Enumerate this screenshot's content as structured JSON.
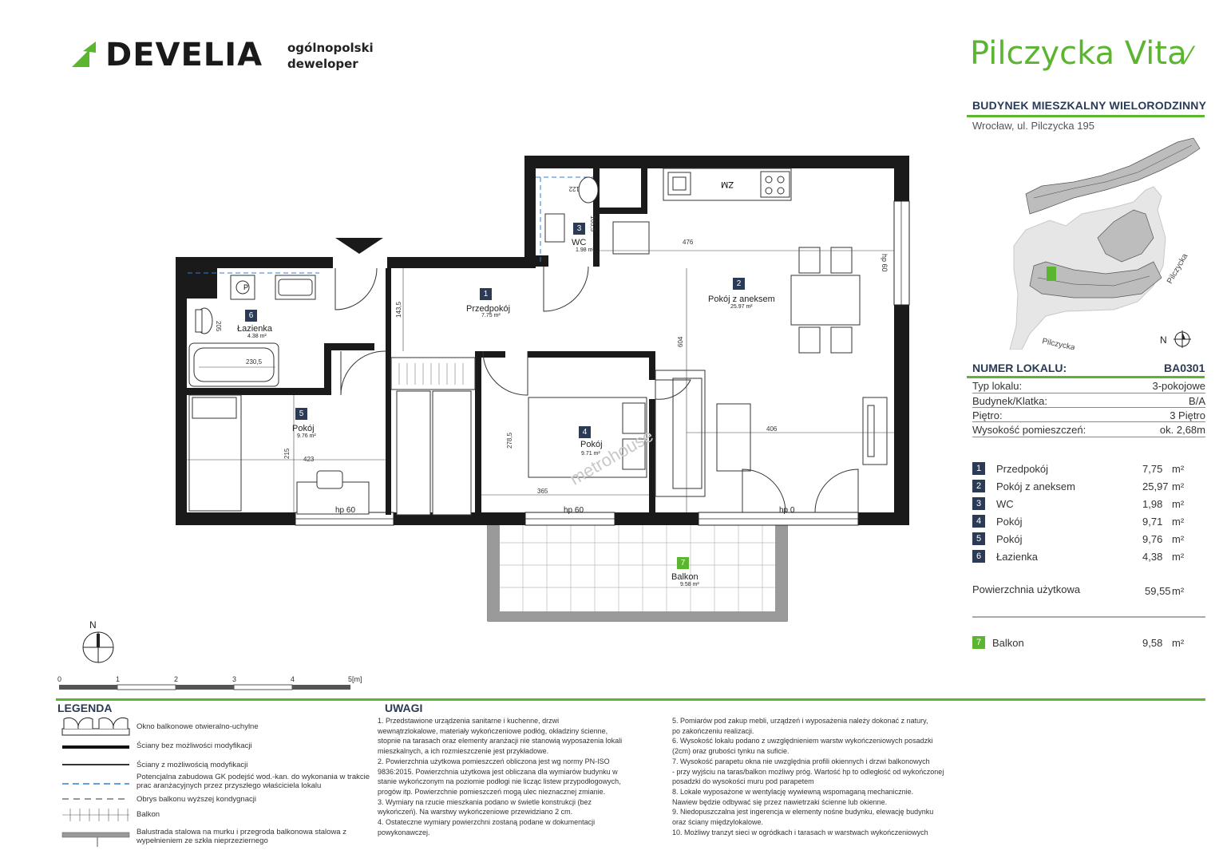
{
  "header": {
    "logo_text": "DEVELIA",
    "tagline_line1": "ogólnopolski",
    "tagline_line2": "deweloper",
    "project_name": "Pilczycka Vita",
    "building_type": "BUDYNEK MIESZKALNY WIELORODZINNY",
    "address": "Wrocław, ul. Pilczycka 195"
  },
  "location_map": {
    "street_label_1": "Pilczycka",
    "street_label_2": "Pilczycka",
    "north_label": "N"
  },
  "unit_info": {
    "title_label": "NUMER LOKALU:",
    "unit_number": "BA0301",
    "rows": [
      {
        "label": "Typ lokalu:",
        "value": "3-pokojowe"
      },
      {
        "label": "Budynek/Klatka:",
        "value": "B/A"
      },
      {
        "label": "Piętro:",
        "value": "3 Piętro"
      },
      {
        "label": "Wysokość pomieszczeń:",
        "value": "ok. 2,68m"
      }
    ]
  },
  "rooms": [
    {
      "num": "1",
      "name": "Przedpokój",
      "area": "7,75",
      "unit": "m²"
    },
    {
      "num": "2",
      "name": "Pokój z aneksem",
      "area": "25,97",
      "unit": "m²"
    },
    {
      "num": "3",
      "name": "WC",
      "area": "1,98",
      "unit": "m²"
    },
    {
      "num": "4",
      "name": "Pokój",
      "area": "9,71",
      "unit": "m²"
    },
    {
      "num": "5",
      "name": "Pokój",
      "area": "9,76",
      "unit": "m²"
    },
    {
      "num": "6",
      "name": "Łazienka",
      "area": "4,38",
      "unit": "m²"
    }
  ],
  "usable_area": {
    "label": "Powierzchnia użytkowa",
    "value": "59,55",
    "unit": "m²"
  },
  "balcony": {
    "num": "7",
    "name": "Balkon",
    "value": "9,58",
    "unit": "m²"
  },
  "plan": {
    "north_label": "N",
    "rooms": [
      {
        "num": "1",
        "name": "Przedpokój",
        "area": "7.75 m²"
      },
      {
        "num": "2",
        "name": "Pokój z aneksem",
        "area": "25.97 m²"
      },
      {
        "num": "3",
        "name": "WC",
        "area": "1.98 m²"
      },
      {
        "num": "4",
        "name": "Pokój",
        "area": "9.71 m²"
      },
      {
        "num": "5",
        "name": "Pokój",
        "area": "9.76 m²"
      },
      {
        "num": "6",
        "name": "Łazienka",
        "area": "4.38 m²"
      },
      {
        "num": "7",
        "name": "Balkon",
        "area": "9.58 m²"
      }
    ],
    "dims": {
      "d476": "476",
      "d604": "604",
      "d406": "406",
      "d365": "365",
      "d2785": "278,5",
      "d423": "423",
      "d215": "215",
      "d2305": "230,5",
      "d1435": "143,5",
      "d1655": "165,5",
      "d122": "122",
      "d205": "205",
      "hp60_right": "hp 60"
    },
    "hp_labels": [
      "hp 60",
      "hp 60",
      "hp 0"
    ],
    "zm_label": "ZM",
    "watermark": "metrohouse"
  },
  "scale": {
    "labels": [
      "0",
      "1",
      "2",
      "3",
      "4",
      "5[m]"
    ]
  },
  "legend": {
    "title": "LEGENDA",
    "items": [
      "Okno balkonowe otwieralno-uchylne",
      "Ściany bez możliwości modyfikacji",
      "Ściany z możliwością modyfikacji",
      "Potencjalna zabudowa GK podejść wod.-kan. do wykonania w trakcie prac aranżacyjnych przez przyszłego właściciela lokalu",
      "Obrys balkonu wyższej kondygnacji",
      "Balkon",
      "Balustrada stalowa na murku i przegroda balkonowa stalowa z wypełnieniem ze szkła nieprzeziernego"
    ]
  },
  "notes": {
    "title": "UWAGI",
    "col1": [
      "1.        Przedstawione urządzenia sanitarne i kuchenne, drzwi",
      "wewnątrzlokalowe, materiały wykończeniowe podłóg, okładziny ścienne,",
      "stopnie na tarasach oraz elementy aranżacji nie stanowią wyposażenia lokali",
      "mieszkalnych, a ich rozmieszczenie jest przykładowe.",
      "2.        Powierzchnia użytkowa pomieszczeń obliczona jest wg normy PN-ISO",
      "9836:2015. Powierzchnia użytkowa jest obliczana dla wymiarów budynku w",
      "stanie wykończonym na poziomie podłogi nie licząc listew przypodłogowych,",
      "progów itp. Powierzchnie pomieszczeń mogą ulec nieznacznej zmianie.",
      "3.        Wymiary na rzucie mieszkania podano w świetle konstrukcji (bez",
      "wykończeń). Na warstwy wykończeniowe przewidziano 2 cm.",
      "4.        Ostateczne wymiary powierzchni zostaną podane w dokumentacji",
      "powykonawczej."
    ],
    "col2": [
      "5.        Pomiarów pod zakup mebli, urządzeń i wyposażenia należy dokonać z natury,",
      "     po zakończeniu realizacji.",
      "6.        Wysokość lokalu podano z uwzględnieniem warstw wykończeniowych posadzki",
      "(2cm) oraz grubości tynku na suficie.",
      "7.        Wysokość parapetu okna nie uwzględnia profili okiennych i drzwi balkonowych",
      "- przy wyjściu na taras/balkon możliwy próg. Wartość hp to odległość od wykończonej",
      "posadzki do wysokości muru pod parapetem",
      "8.        Lokale wyposażone w wentylację wywiewną wspomaganą mechanicznie.",
      "Nawiew będzie odbywać się przez nawietrzaki ścienne lub okienne.",
      "9.        Niedopuszczalna jest ingerencja w elementy nośne budynku, elewację budynku",
      "oraz ściany międzylokalowe.",
      "10.      Możliwy tranzyt sieci w ogródkach i tarasach w warstwach wykończeniowych"
    ]
  },
  "colors": {
    "brand_green": "#5cb531",
    "navy": "#2b3a55",
    "wall": "#1a1a1a"
  }
}
